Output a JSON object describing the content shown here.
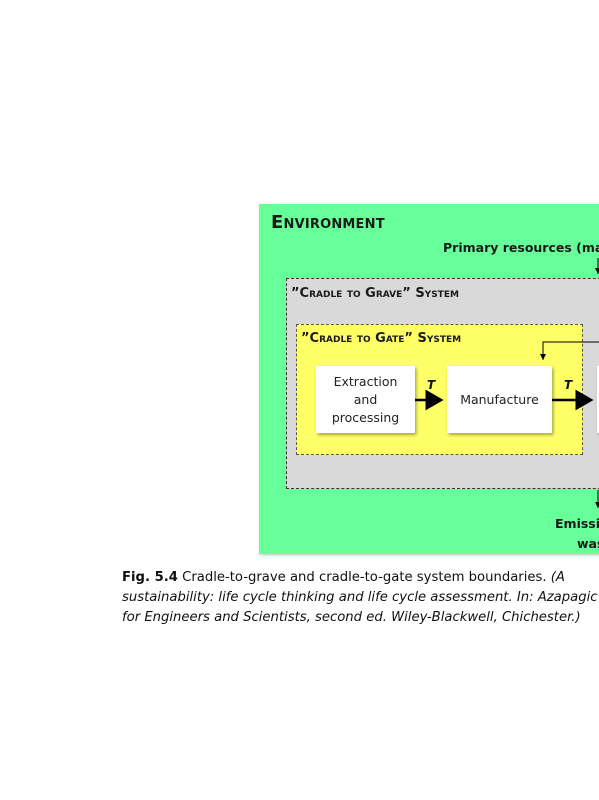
{
  "diagram": {
    "environment_title": "Environment",
    "primary_resources_label": "Primary resources (mate",
    "cradle_to_grave_title": "”Cradle to Grave” System",
    "cradle_to_gate_title": "”Cradle to Gate” System",
    "boxes": {
      "extraction": [
        "Extraction",
        "and",
        "processing"
      ],
      "manufacture": "Manufacture"
    },
    "transport_label_1": "T",
    "transport_label_2": "T",
    "emissions_label_line1": "Emissio",
    "emissions_label_line2": "was",
    "colors": {
      "environment": "#66ff99",
      "cradle_to_grave": "#d9d9d9",
      "cradle_to_gate": "#ffff66",
      "process_box": "#ffffff"
    }
  },
  "caption": {
    "fig_number": "Fig. 5.4",
    "line1_text": " Cradle-to-grave and cradle-to-gate system boundaries. ",
    "line1_italic_tail": "(A",
    "line2": "sustainability: life cycle thinking and life cycle assessment. In: Azapagic",
    "line3": "for Engineers and Scientists, second ed. Wiley-Blackwell, Chichester.)"
  }
}
